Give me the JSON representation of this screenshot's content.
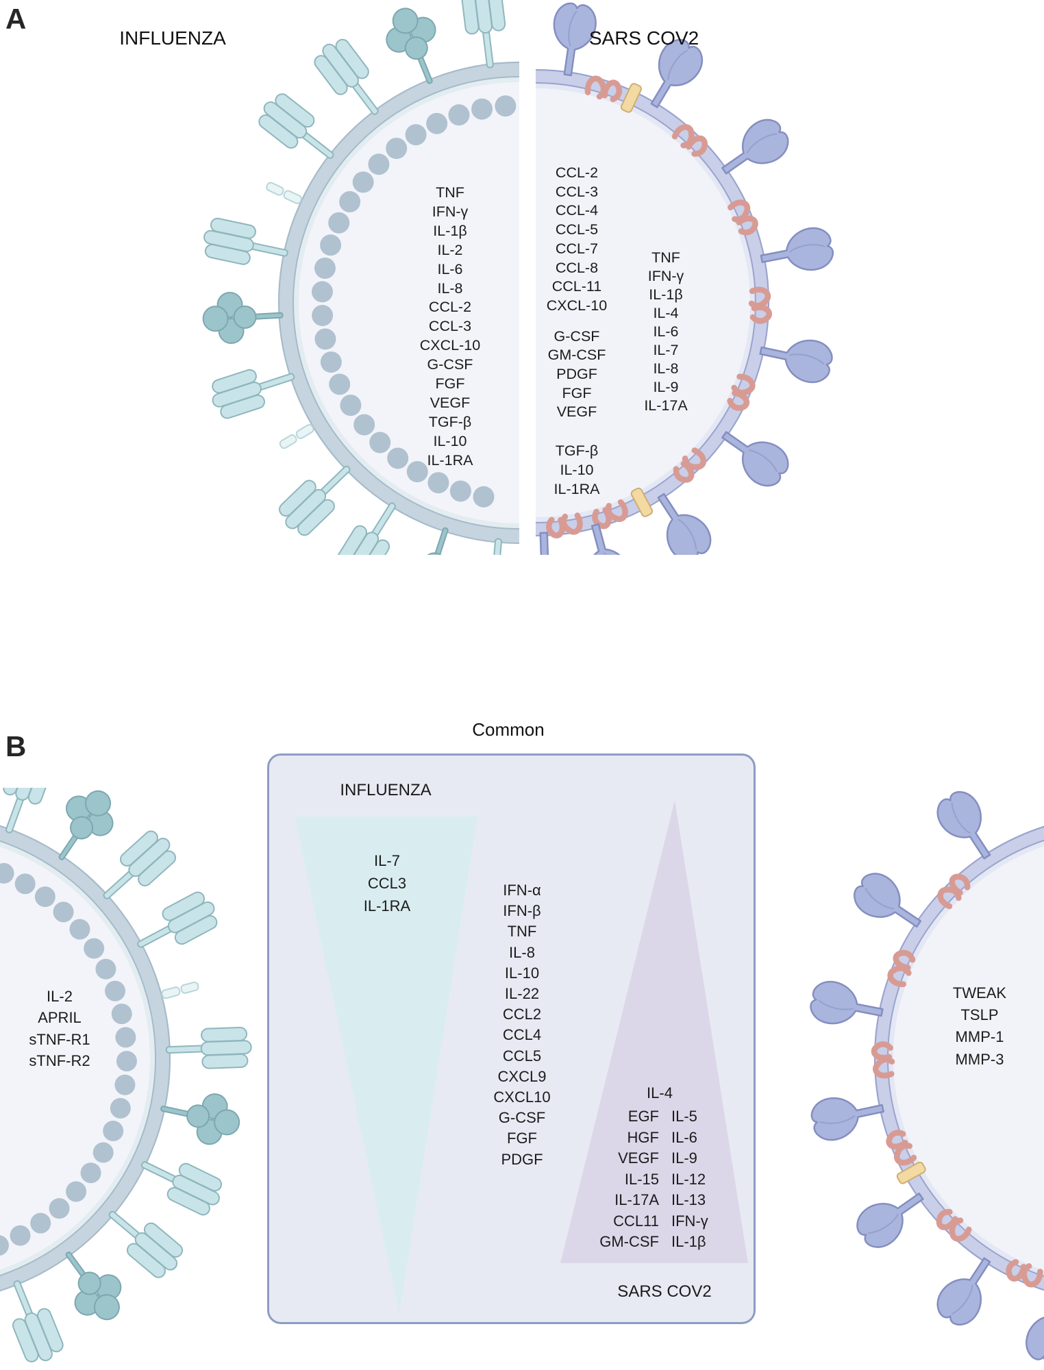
{
  "panel_a": {
    "label": "A",
    "influenza": {
      "title": "INFLUENZA",
      "cytokines": [
        "TNF",
        "IFN-γ",
        "IL-1β",
        "IL-2",
        "IL-6",
        "IL-8",
        "CCL-2",
        "CCL-3",
        "CXCL-10",
        "G-CSF",
        "FGF",
        "VEGF",
        "TGF-β",
        "IL-10",
        "IL-1RA"
      ]
    },
    "sars_cov2": {
      "title": "SARS COV2",
      "chemokines": [
        "CCL-2",
        "CCL-3",
        "CCL-4",
        "CCL-5",
        "CCL-7",
        "CCL-8",
        "CCL-11",
        "CXCL-10"
      ],
      "growth_factors": [
        "G-CSF",
        "GM-CSF",
        "PDGF",
        "FGF",
        "VEGF"
      ],
      "regulatory": [
        "TGF-β",
        "IL-10",
        "IL-1RA"
      ],
      "cytokines": [
        "TNF",
        "IFN-γ",
        "IL-1β",
        "IL-4",
        "IL-6",
        "IL-7",
        "IL-8",
        "IL-9",
        "IL-17A"
      ]
    }
  },
  "panel_b": {
    "label": "B",
    "common_title": "Common",
    "influenza_label": "INFLUENZA",
    "sars_label": "SARS COV2",
    "influenza_elevated": [
      "IL-7",
      "CCL3",
      "IL-1RA"
    ],
    "common_mediators": [
      "IFN-α",
      "IFN-β",
      "TNF",
      "IL-8",
      "IL-10",
      "IL-22",
      "CCL2",
      "CCL4",
      "CCL5",
      "CXCL9",
      "CXCL10",
      "G-CSF",
      "FGF",
      "PDGF"
    ],
    "sars_apex": "IL-4",
    "sars_elevated_col1": [
      "EGF",
      "HGF",
      "VEGF",
      "IL-15",
      "IL-17A",
      "CCL11",
      "GM-CSF"
    ],
    "sars_elevated_col2": [
      "IL-5",
      "IL-6",
      "IL-9",
      "IL-12",
      "IL-13",
      "IFN-γ",
      "IL-1β"
    ],
    "influenza_specific": [
      "IL-2",
      "APRIL",
      "sTNF-R1",
      "sTNF-R2"
    ],
    "sars_specific": [
      "TWEAK",
      "TSLP",
      "MMP-1",
      "MMP-3"
    ]
  },
  "colors": {
    "influenza_spike_fill": "#c9e4e8",
    "influenza_spike_stroke": "#8fb6bd",
    "influenza_na_fill": "#9cc4cb",
    "influenza_na_stroke": "#7da7af",
    "influenza_m2_fill": "#e9f4f5",
    "influenza_m2_stroke": "#b9d6da",
    "influenza_membrane": "#c5d4df",
    "influenza_membrane_light": "#e3edf1",
    "influenza_membrane_edge": "#a6bac8",
    "rnp_dot": "#b0c1cf",
    "sars_spike_fill": "#aab5dd",
    "sars_spike_stroke": "#848ec0",
    "sars_membrane": "#c9cfe9",
    "sars_membrane_light": "#e4e7f4",
    "sars_membrane_edge": "#9aa3cc",
    "membrane_salmon": "#d89b94",
    "membrane_yellow": "#f3d9a2",
    "inner_disc_flu": "#f2f4f9",
    "inner_disc_sars": "#f2f3f9",
    "box_fill": "#e8eaf3",
    "box_border": "#8d9cc5",
    "triangle_teal": "#d9edf0",
    "triangle_purple": "#dcd7e8"
  }
}
